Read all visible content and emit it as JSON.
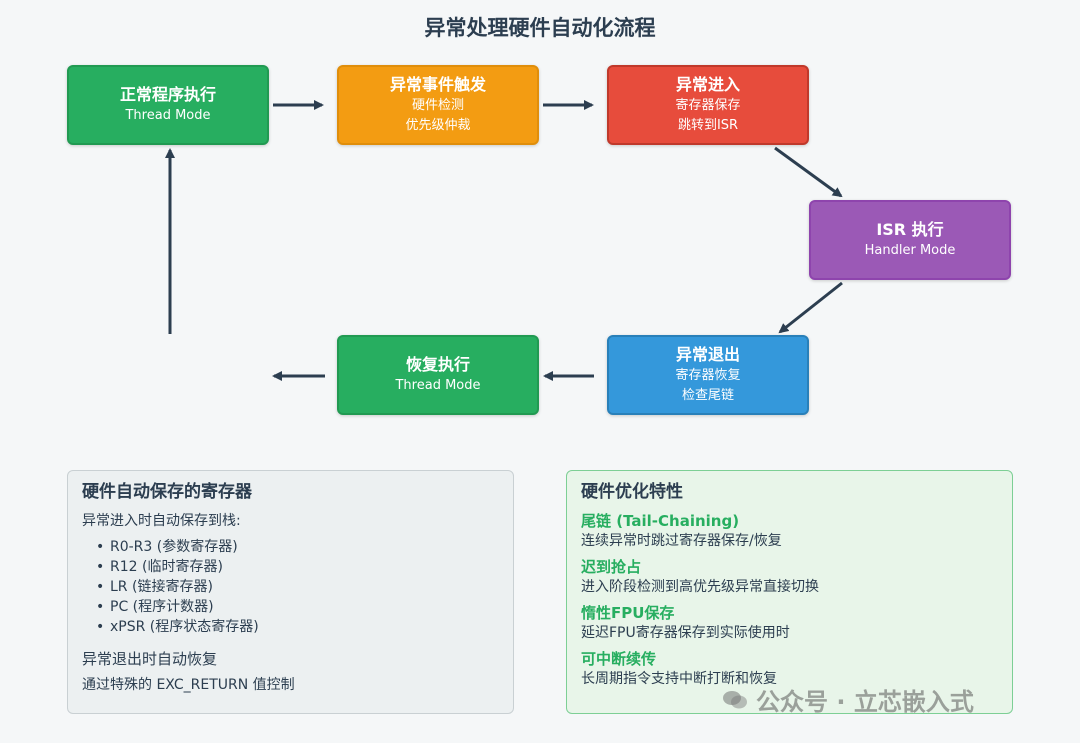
{
  "title": "异常处理硬件自动化流程",
  "boxes": {
    "normal": {
      "title": "正常程序执行",
      "sub1": "Thread Mode"
    },
    "trigger": {
      "title": "异常事件触发",
      "sub1": "硬件检测",
      "sub2": "优先级仲裁"
    },
    "enter": {
      "title": "异常进入",
      "sub1": "寄存器保存",
      "sub2": "跳转到ISR"
    },
    "isr": {
      "title": "ISR 执行",
      "sub1": "Handler Mode"
    },
    "exit": {
      "title": "异常退出",
      "sub1": "寄存器恢复",
      "sub2": "检查尾链"
    },
    "restore": {
      "title": "恢复执行",
      "sub1": "Thread Mode"
    }
  },
  "colors": {
    "green": "#27ae60",
    "orange": "#f39c12",
    "red": "#e74c3c",
    "purple": "#9b59b6",
    "blue": "#3498db",
    "arrow": "#2c3e50"
  },
  "left_panel": {
    "title": "硬件自动保存的寄存器",
    "intro": "异常进入时自动保存到栈:",
    "registers": [
      "R0-R3 (参数寄存器)",
      "R12 (临时寄存器)",
      "LR (链接寄存器)",
      "PC (程序计数器)",
      "xPSR (程序状态寄存器)"
    ],
    "restore_note": "异常退出时自动恢复",
    "control_note": "通过特殊的 EXC_RETURN 值控制"
  },
  "right_panel": {
    "title": "硬件优化特性",
    "features": [
      {
        "name": "尾链 (Tail-Chaining)",
        "desc": "连续异常时跳过寄存器保存/恢复"
      },
      {
        "name": "迟到抢占",
        "desc": "进入阶段检测到高优先级异常直接切换"
      },
      {
        "name": "惰性FPU保存",
        "desc": "延迟FPU寄存器保存到实际使用时"
      },
      {
        "name": "可中断续传",
        "desc": "长周期指令支持中断打断和恢复"
      }
    ]
  },
  "watermark": "公众号 · 立芯嵌入式"
}
